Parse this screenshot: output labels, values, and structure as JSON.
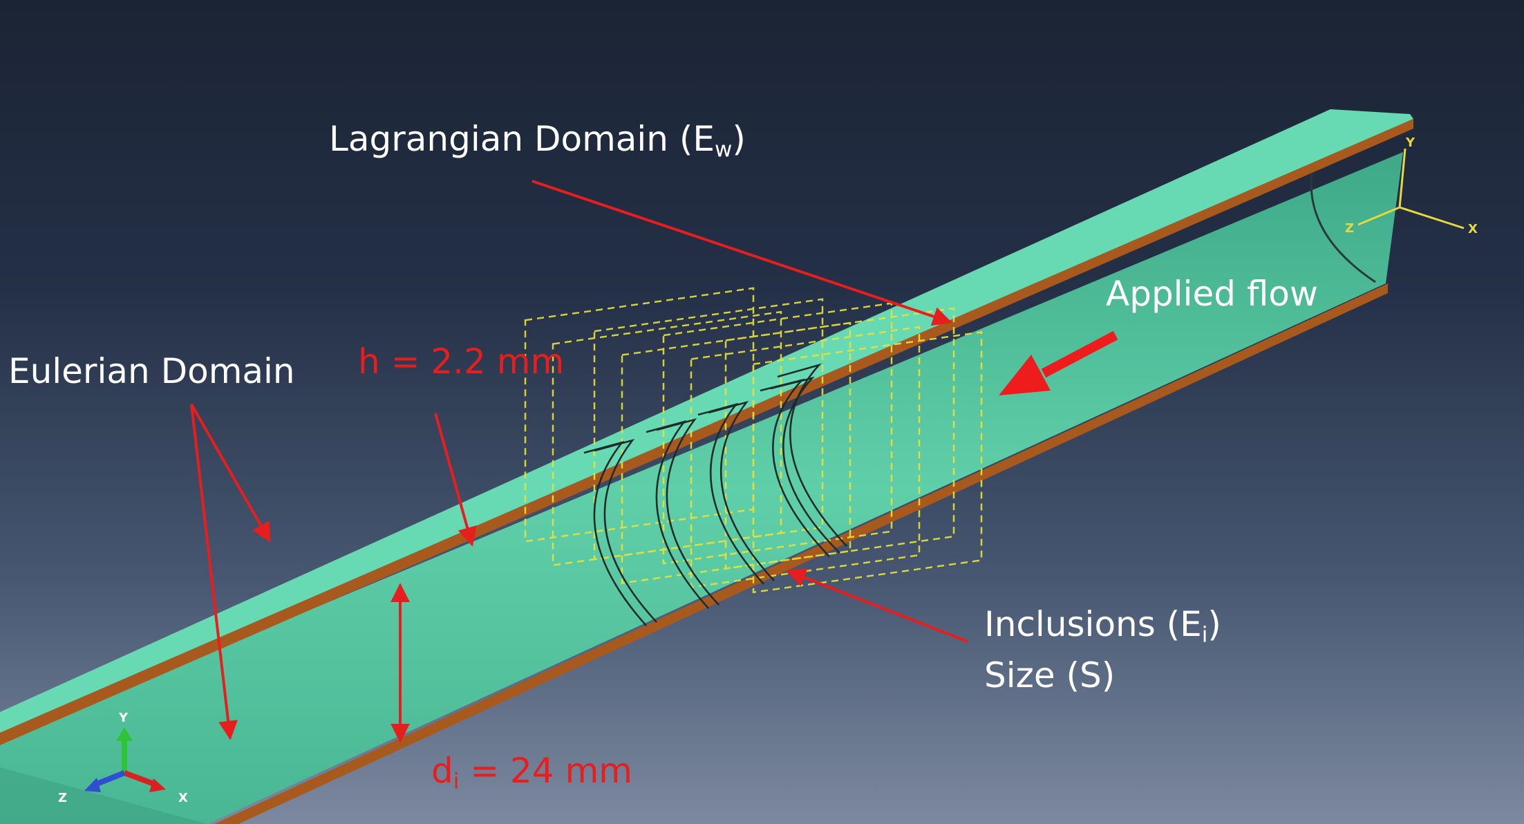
{
  "labels": {
    "lagrangian": {
      "main": "Lagrangian Domain (E",
      "sub": "w",
      "end": ")"
    },
    "eulerian": "Eulerian Domain",
    "h_dim": "h = 2.2 mm",
    "applied_flow": "Applied flow",
    "inclusions": {
      "main": "Inclusions (E",
      "sub": "i",
      "end": ")"
    },
    "size": "Size (S)",
    "d_dim": {
      "main": "d",
      "sub": "i",
      "end": " = 24 mm"
    }
  },
  "triads": {
    "top": {
      "x": "X",
      "y": "Y",
      "z": "Z"
    },
    "bottom": {
      "x": "X",
      "y": "Y",
      "z": "Z"
    }
  },
  "colors": {
    "pipe_inner": "#5fcfa9",
    "pipe_flange": "#67dab3",
    "pipe_wall": "#a85a1e",
    "annotation_red": "#e61e1e",
    "inclusion_yellow": "#e8e23a",
    "triad_yellow": "#e8d840"
  }
}
